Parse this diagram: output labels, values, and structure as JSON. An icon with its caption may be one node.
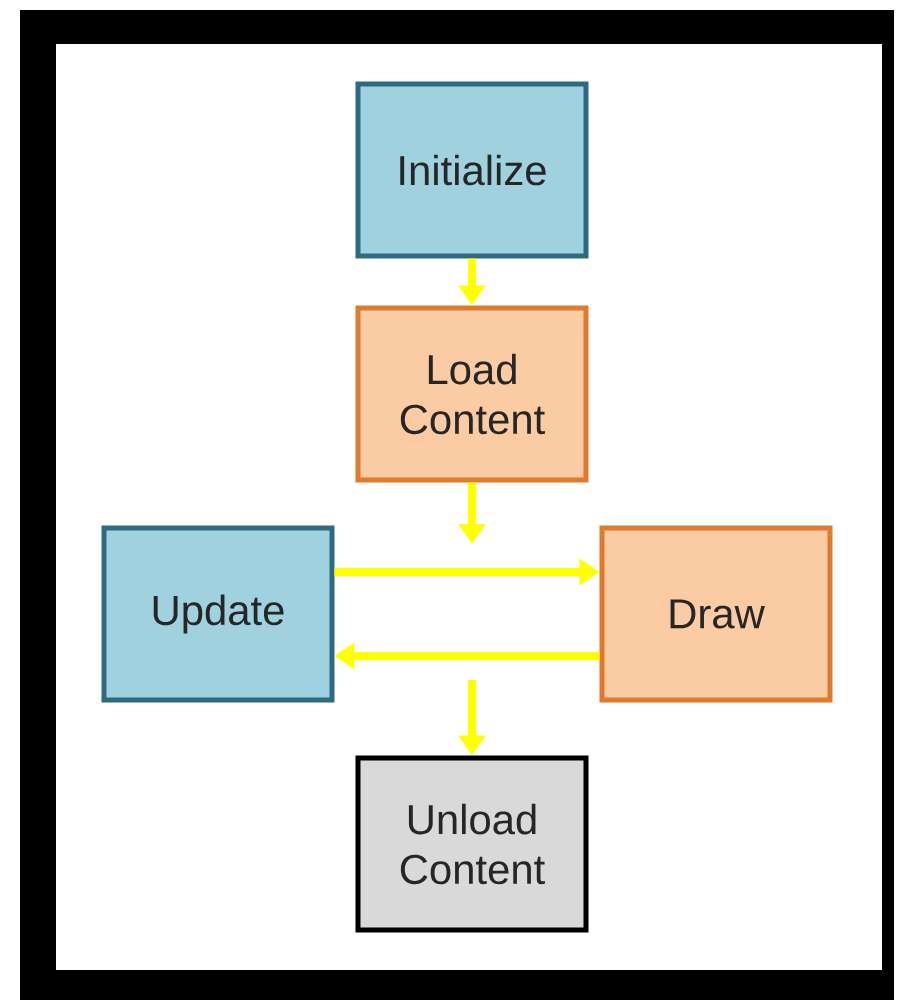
{
  "diagram": {
    "nodes": [
      {
        "text": [
          "Initialize"
        ]
      },
      {
        "text": [
          "Load Content"
        ]
      },
      {
        "text": [
          "Update"
        ]
      },
      {
        "text": [
          "Draw"
        ]
      },
      {
        "text": [
          "Unload Content"
        ]
      }
    ],
    "edges": [
      {
        "from": 0,
        "to": 1,
        "arrow": "to"
      },
      {
        "from": 1,
        "to": null,
        "arrow": "to"
      },
      {
        "from": 2,
        "to": 3,
        "arrow": "to"
      },
      {
        "from": 3,
        "to": 2,
        "arrow": "to"
      },
      {
        "from": null,
        "to": 4,
        "arrow": "to"
      }
    ]
  }
}
